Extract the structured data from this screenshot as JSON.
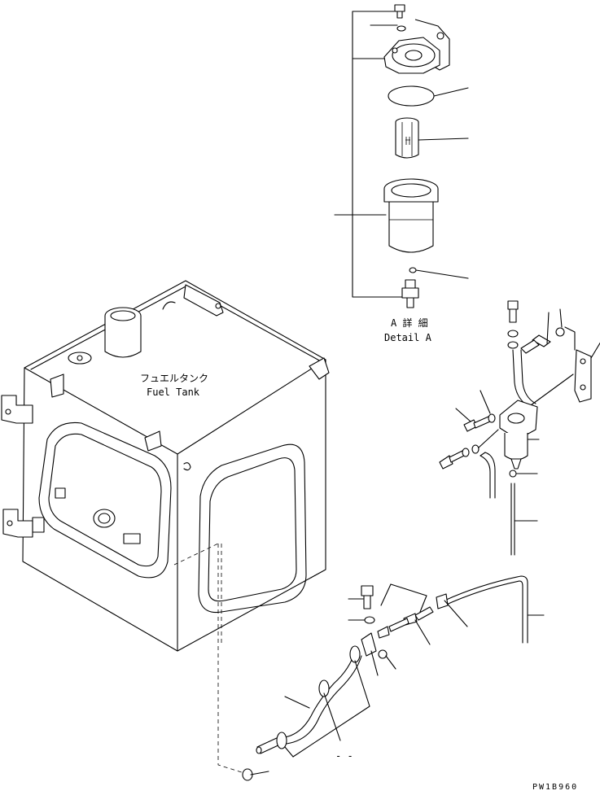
{
  "labels": {
    "fuel_tank_jp": "フュエルタンク",
    "fuel_tank_en": "Fuel Tank",
    "detail_jp": "A 詳 細",
    "detail_en": "Detail A",
    "drawing_code": "PW1B960",
    "note_mark": "- -"
  }
}
